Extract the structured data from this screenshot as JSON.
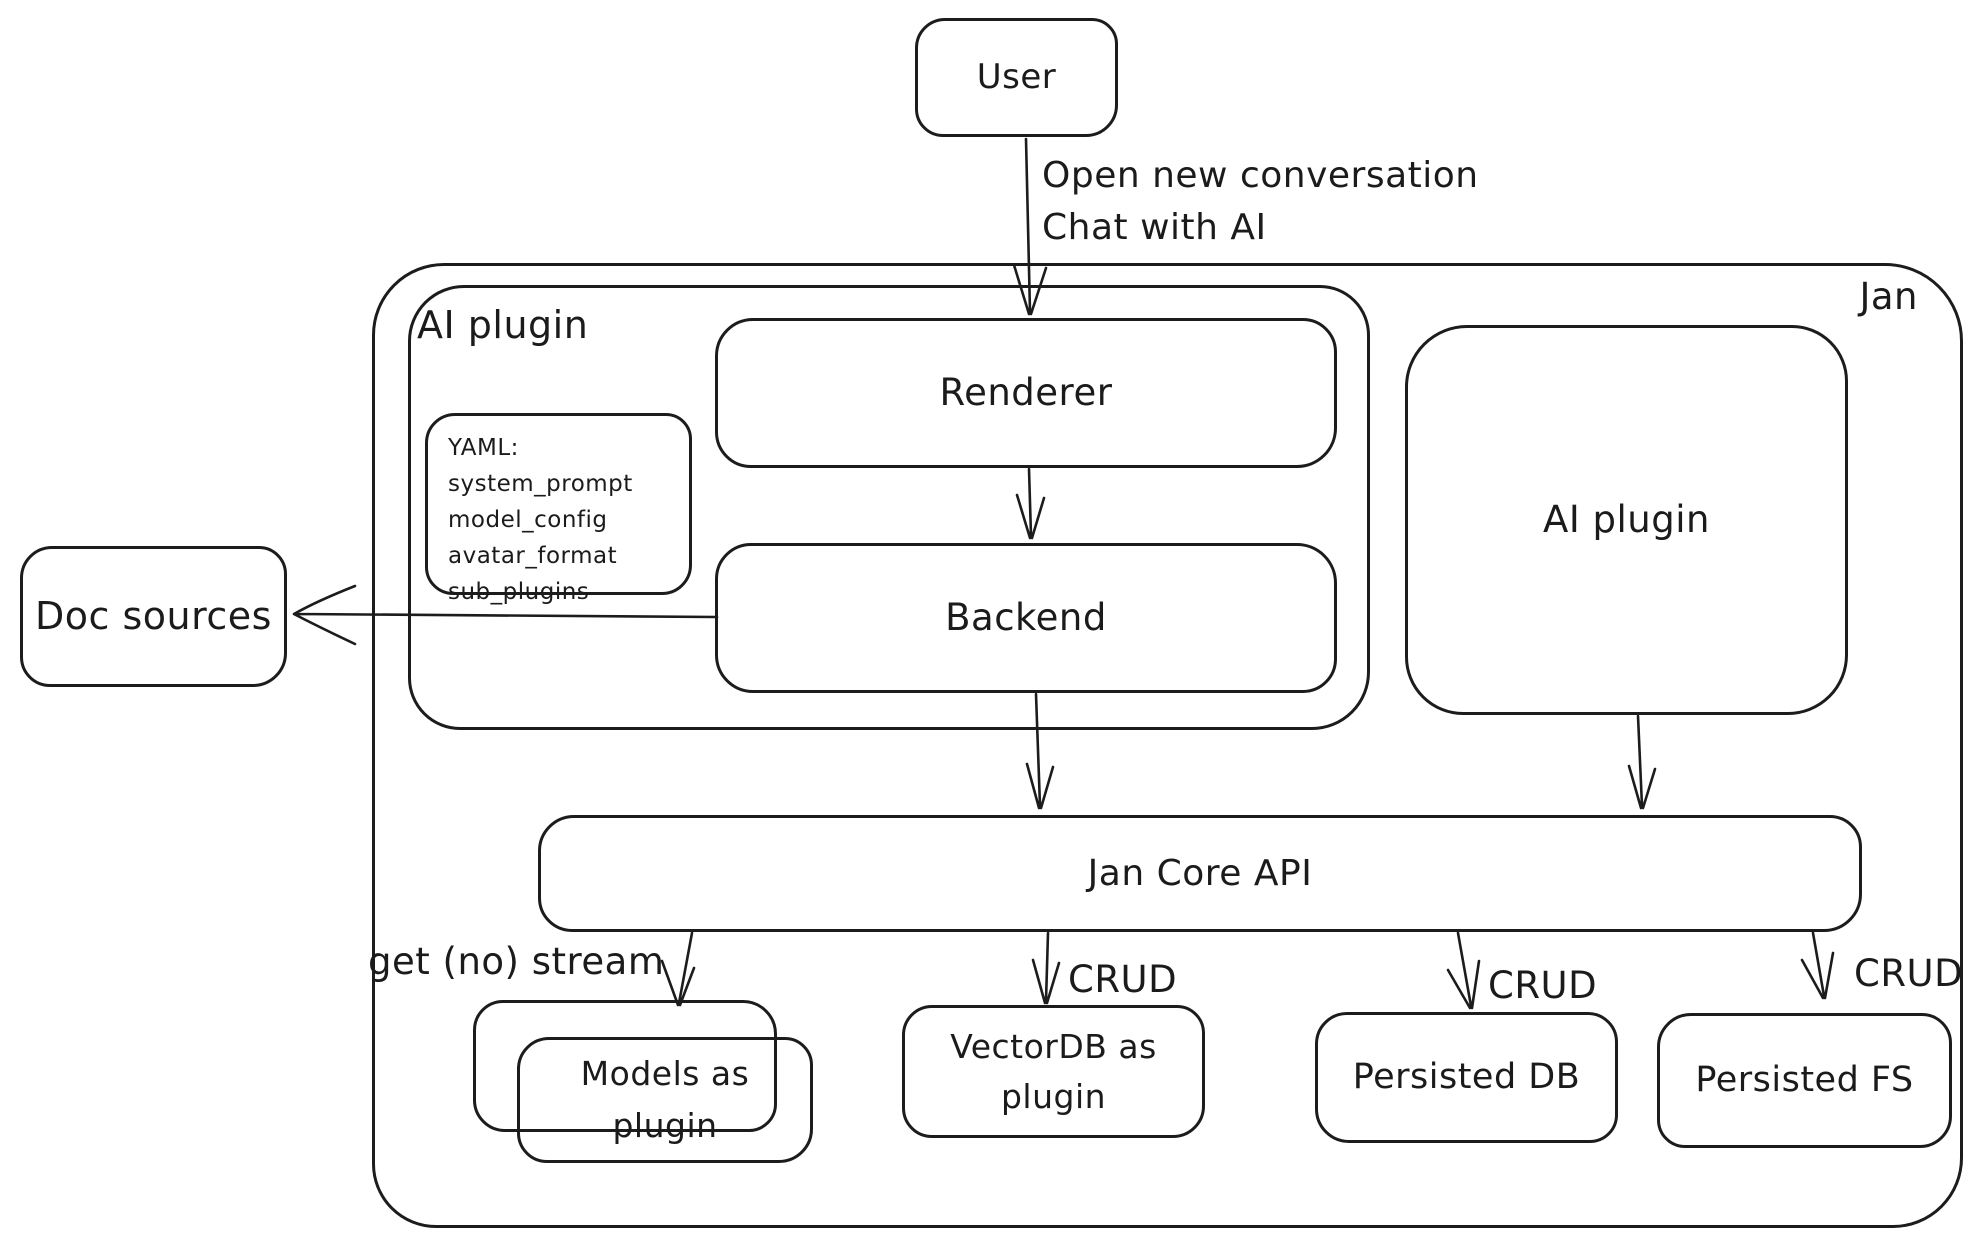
{
  "diagram": {
    "background": "#ffffff",
    "stroke_color": "#1b1b1b",
    "nodes": {
      "user": {
        "label": "User"
      },
      "jan_container": {
        "label": "Jan"
      },
      "ai_plugin_left": {
        "label": "AI plugin"
      },
      "renderer": {
        "label": "Renderer"
      },
      "backend": {
        "label": "Backend"
      },
      "yaml_note": {
        "lines": [
          "YAML:",
          "system_prompt",
          "model_config",
          "avatar_format",
          "sub_plugins"
        ]
      },
      "ai_plugin_right": {
        "label": "AI plugin"
      },
      "doc_sources": {
        "label": "Doc sources"
      },
      "jan_core_api": {
        "label": "Jan Core API"
      },
      "models_as_plugin": {
        "line1": "Models as",
        "line2": "plugin"
      },
      "vectordb_as_plugin": {
        "line1": "VectorDB as",
        "line2": "plugin"
      },
      "persisted_db": {
        "label": "Persisted DB"
      },
      "persisted_fs": {
        "label": "Persisted FS"
      }
    },
    "edge_labels": {
      "user_to_renderer_line1": "Open new conversation",
      "user_to_renderer_line2": "Chat with AI",
      "core_to_models": "get (no) stream",
      "core_to_vectordb": "CRUD",
      "core_to_persisted_db": "CRUD",
      "core_to_persisted_fs": "CRUD"
    }
  }
}
